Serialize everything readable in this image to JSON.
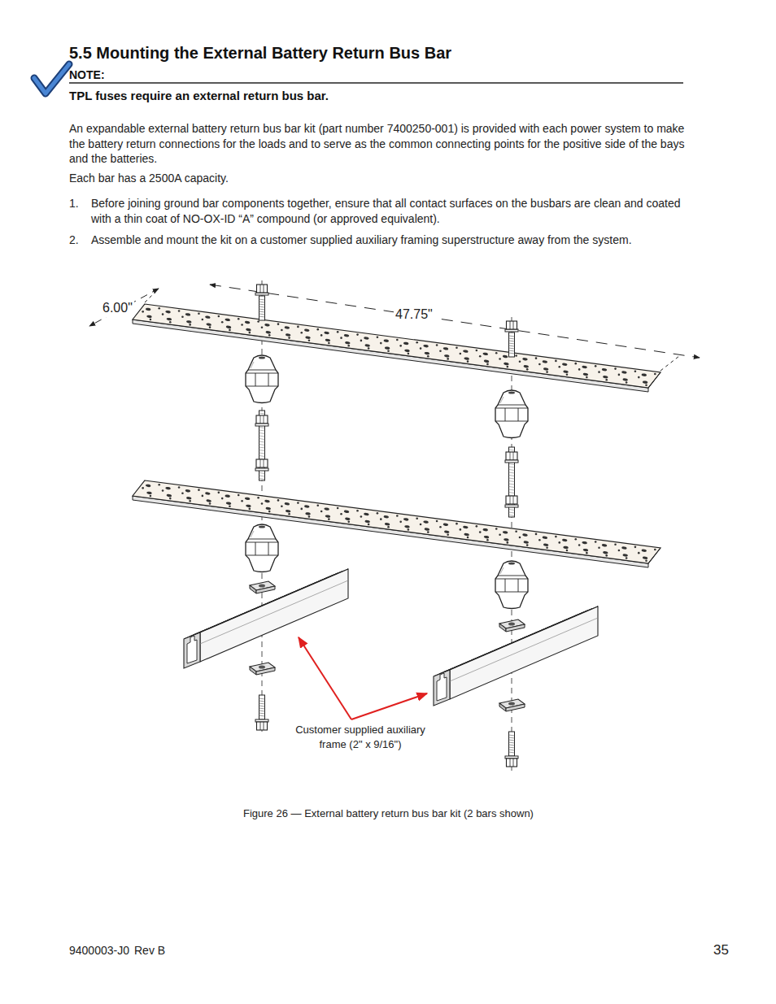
{
  "diagram": {
    "title": "5.5 Mounting the External Battery Return Bus Bar",
    "caption": "Figure 26 — External battery return bus bar kit (2 bars shown)",
    "labels": [
      "NOTE:",
      "TPL fuses require an external return bus bar.",
      "An expandable external battery return bus bar kit (part number 7400250-001) is provided with each power system to make the battery return connections for the loads and to serve as the common connecting points for the positive side of the bays and the batteries.",
      "Each bar has a 2500A capacity.",
      "1.",
      "Before joining ground bar components together, ensure that all contact surfaces on the busbars are clean and coated with a thin coat of NO-OX-ID “A” compound (or approved equivalent).",
      "2.",
      "Assemble and mount the kit on a customer supplied auxiliary framing superstructure away from the system.",
      "6.00\"",
      "47.75\"",
      "Customer supplied auxiliary frame (2\" x 9/16\")",
      "9400003-J0",
      "Rev B",
      "35"
    ]
  }
}
